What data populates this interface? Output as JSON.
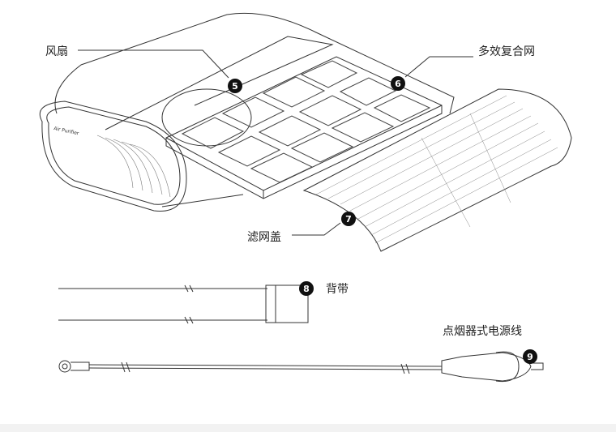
{
  "labels": {
    "fan": "风扇",
    "filter": "多效复合网",
    "cover": "滤网盖",
    "strap": "背带",
    "cable": "点烟器式电源线"
  },
  "markers": [
    "5",
    "6",
    "7",
    "8",
    "9"
  ],
  "logo_text": "Air Purifier",
  "colors": {
    "line": "#333333",
    "marker": "#111111"
  }
}
